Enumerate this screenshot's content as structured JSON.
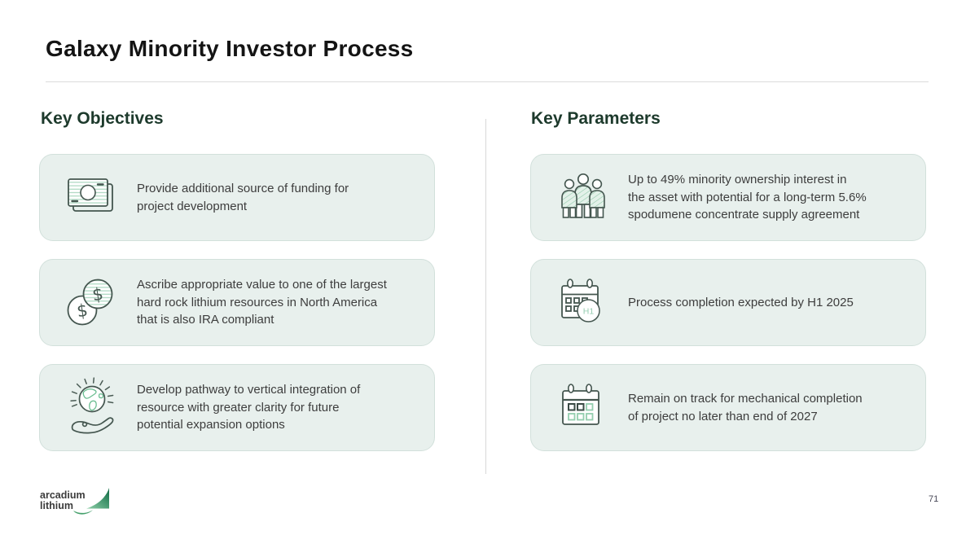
{
  "slide": {
    "title": "Galaxy Minority Investor Process",
    "page_number": "71"
  },
  "logo": {
    "line1": "arcadium",
    "line2": "lithium"
  },
  "colors": {
    "heading_green": "#1d3a2c",
    "card_background": "#e8f0ed",
    "icon_outline": "#44564f",
    "icon_accent_green": "#6cbe92",
    "icon_hatch_green": "#a9d7bf",
    "divider_gray": "#d8d8d8",
    "body_text": "#3d3d3d"
  },
  "objectives": {
    "heading": "Key Objectives",
    "items": [
      {
        "icon": "banknote-icon",
        "text": "Provide additional source of funding for\nproject development"
      },
      {
        "icon": "dollar-coins-icon",
        "text": "Ascribe appropriate value to one of the largest\nhard rock lithium resources in North America\nthat is also IRA compliant"
      },
      {
        "icon": "globe-in-hand-icon",
        "text": "Develop pathway to vertical integration of\nresource with greater clarity for future\npotential expansion options"
      }
    ]
  },
  "parameters": {
    "heading": "Key Parameters",
    "items": [
      {
        "icon": "people-group-icon",
        "text": "Up to 49% minority ownership interest in\nthe asset with potential for a long-term 5.6%\nspodumene concentrate supply agreement"
      },
      {
        "icon": "calendar-h1-icon",
        "badge": "H1",
        "text": "Process completion expected by H1 2025"
      },
      {
        "icon": "calendar-grid-icon",
        "text": "Remain on track for mechanical completion\nof project no later than end of 2027"
      }
    ]
  }
}
